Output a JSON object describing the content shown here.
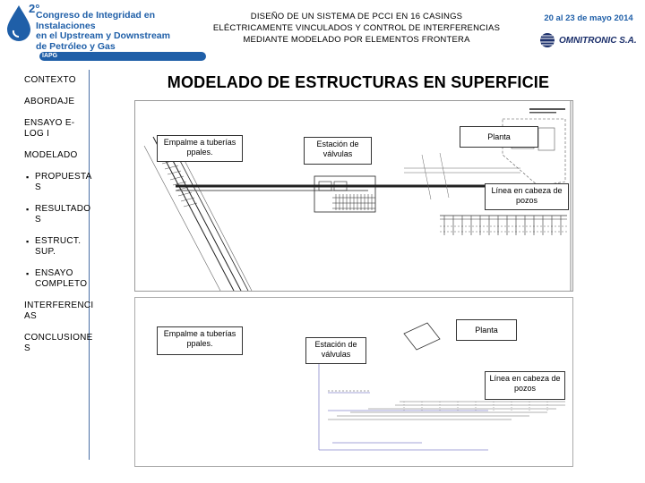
{
  "header": {
    "logo_number": "2°",
    "logo_lines": [
      "Congreso de Integridad en Instalaciones",
      "en el Upstream y Downstream",
      "de Petróleo y Gas"
    ],
    "logo_badge": "IAPG",
    "title_lines": [
      "DISEÑO DE UN SISTEMA DE PCCI EN 16 CASINGS",
      "ELÉCTRICAMENTE VINCULADOS Y CONTROL DE INTERFERENCIAS",
      "MEDIANTE MODELADO POR ELEMENTOS FRONTERA"
    ],
    "date": "20 al 23 de mayo 2014",
    "company": "OMNITRONIC S.A."
  },
  "sidebar": {
    "items": [
      {
        "label": "CONTEXTO"
      },
      {
        "label": "ABORDAJE"
      },
      {
        "label": "ENSAYO E-LOG I"
      },
      {
        "label": "MODELADO"
      },
      {
        "label": "PROPUESTA S"
      },
      {
        "label": "RESULTADO S"
      },
      {
        "label": "ESTRUCT. SUP."
      },
      {
        "label": "ENSAYO COMPLETO"
      },
      {
        "label": "INTERFERENCI AS"
      },
      {
        "label": "CONCLUSIONE S"
      }
    ]
  },
  "main": {
    "title": "MODELADO DE ESTRUCTURAS EN SUPERFICIE",
    "top_panel": {
      "callouts": {
        "empalme": "Empalme a tuberías ppales.",
        "estacion": "Estación de válvulas",
        "planta": "Planta",
        "linea": "Línea en cabeza de pozos"
      }
    },
    "bottom_panel": {
      "callouts": {
        "empalme": "Empalme a tuberías ppales.",
        "estacion": "Estación de válvulas",
        "planta": "Planta",
        "linea": "Línea en cabeza de pozos"
      }
    }
  },
  "colors": {
    "brand_blue": "#1f5fa8",
    "navy": "#1b2f6b",
    "sidebar_line": "#4a6fa5"
  }
}
